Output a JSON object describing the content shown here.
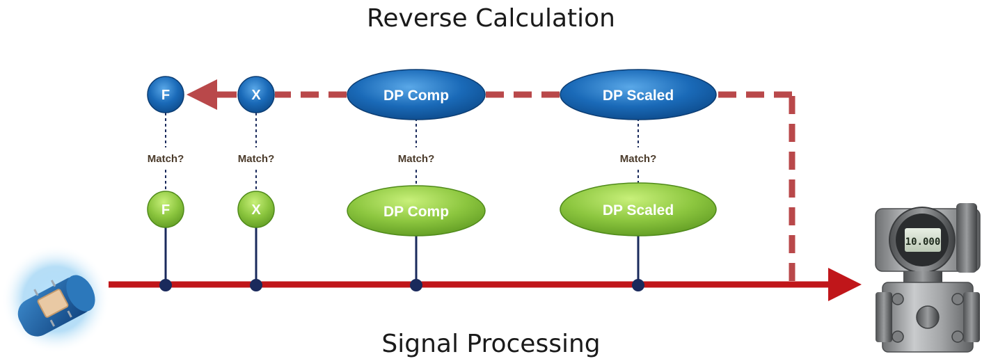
{
  "titles": {
    "top": "Reverse Calculation",
    "bottom": "Signal Processing"
  },
  "match_label": "Match?",
  "reverse_nodes": [
    {
      "id": "f",
      "label": "F"
    },
    {
      "id": "x",
      "label": "X"
    },
    {
      "id": "dp-comp",
      "label": "DP Comp"
    },
    {
      "id": "dp-scaled",
      "label": "DP Scaled"
    }
  ],
  "forward_nodes": [
    {
      "id": "f",
      "label": "F"
    },
    {
      "id": "x",
      "label": "X"
    },
    {
      "id": "dp-comp",
      "label": "DP Comp"
    },
    {
      "id": "dp-scaled",
      "label": "DP Scaled"
    }
  ],
  "transmitter_display": "10.000",
  "colors": {
    "signal_line": "#c0161a",
    "reverse_arrow": "#b9484a",
    "reverse_node": "#1668b4",
    "forward_node": "#8cc63f",
    "connector": "#1a2a5c"
  },
  "icons": {
    "sensor": "sensor-chip-icon",
    "transmitter": "pressure-transmitter-icon"
  }
}
